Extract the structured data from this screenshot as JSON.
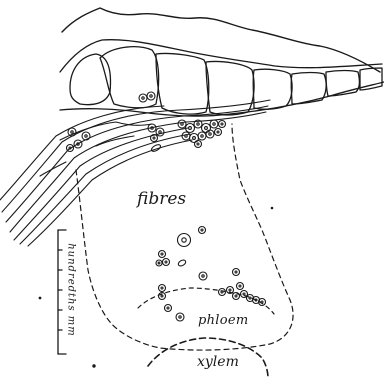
{
  "labels": {
    "fibres": "fibres",
    "phloem": "phloem",
    "xylem": "xylem",
    "scale": "hundredths mm"
  },
  "colors": {
    "ink": "#1a1a1a",
    "paper": "#ffffff"
  }
}
